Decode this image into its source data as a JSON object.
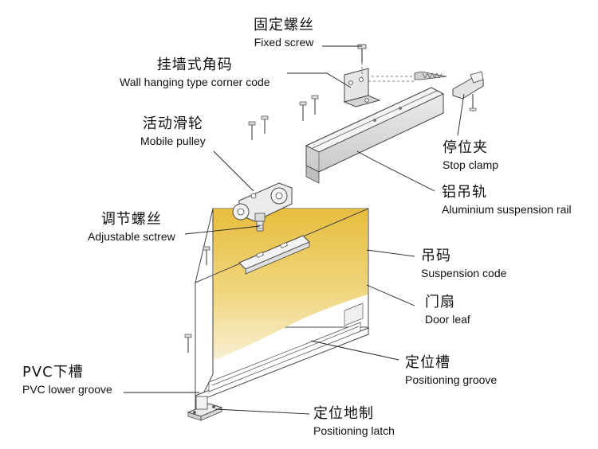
{
  "labels": {
    "fixed_screw": {
      "zh": "固定螺丝",
      "en": "Fixed screw"
    },
    "corner_code": {
      "zh": "挂墙式角码",
      "en": "Wall hanging type corner code"
    },
    "mobile_pulley": {
      "zh": "活动滑轮",
      "en": "Mobile pulley"
    },
    "stop_clamp": {
      "zh": "停位夹",
      "en": "Stop clamp"
    },
    "rail": {
      "zh": "铝吊轨",
      "en": "Aluminium suspension rail"
    },
    "adjustable_screw": {
      "zh": "调节螺丝",
      "en": "Adjustable sctrew"
    },
    "suspension_code": {
      "zh": "吊码",
      "en": "Suspension code"
    },
    "door_leaf": {
      "zh": "门扇",
      "en": "Door leaf"
    },
    "positioning_groove": {
      "zh": "定位槽",
      "en": "Positioning groove"
    },
    "pvc_groove": {
      "zh": "PVC下槽",
      "en": "PVC lower groove"
    },
    "positioning_latch": {
      "zh": "定位地制",
      "en": "Positioning latch"
    }
  },
  "colors": {
    "rail_fill": "#dcdcdc",
    "door_gradient_top": "#e9c046",
    "door_gradient_bottom": "#f6ecc8",
    "line": "#222222"
  }
}
